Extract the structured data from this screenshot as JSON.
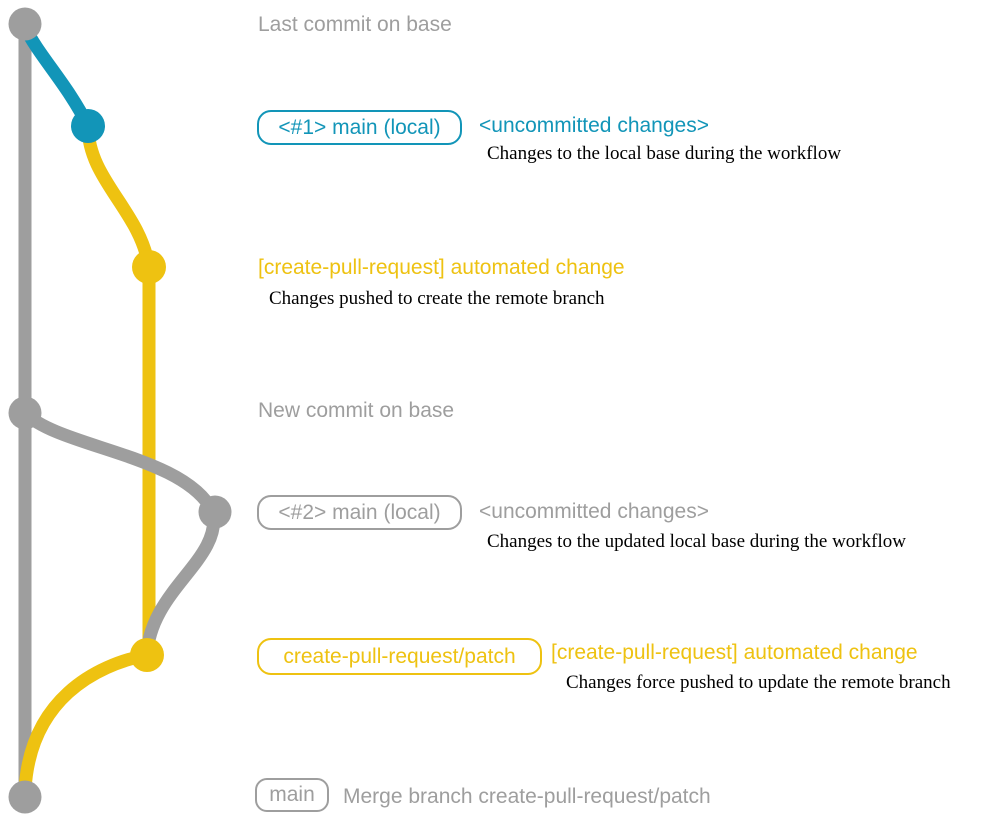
{
  "colors": {
    "blue": "#1295B8",
    "yellow": "#EEC211",
    "gray": "#9E9E9E",
    "black": "#000000",
    "background": "#FFFFFF"
  },
  "texts": {
    "last_commit": "Last commit on base",
    "label_main_1": "<#1> main (local)",
    "uncommitted_1": "<uncommitted changes>",
    "desc_uncommitted_1": "Changes to the local base during the workflow",
    "automated_change_1": "[create-pull-request] automated change",
    "desc_automated_1": "Changes pushed to create the remote branch",
    "new_commit": "New commit on base",
    "label_main_2": "<#2> main (local)",
    "uncommitted_2": "<uncommitted changes>",
    "desc_uncommitted_2": "Changes to the updated local base during the workflow",
    "label_patch_branch": "create-pull-request/patch",
    "automated_change_2": "[create-pull-request] automated change",
    "desc_automated_2": "Changes force pushed to update the remote branch",
    "label_main_merge": "main",
    "merge_commit": "Merge branch create-pull-request/patch"
  },
  "graph": {
    "type": "git-branch-diagram",
    "commits": [
      {
        "id": "base-tip",
        "branch": "base",
        "color": "gray",
        "caption": "Last commit on base"
      },
      {
        "id": "local-main-1",
        "branch": "main (local)",
        "color": "blue",
        "caption": "<#1> main (local) <uncommitted changes>"
      },
      {
        "id": "patch-1",
        "branch": "create-pull-request/patch",
        "color": "yellow",
        "caption": "[create-pull-request] automated change"
      },
      {
        "id": "base-new",
        "branch": "base",
        "color": "gray",
        "caption": "New commit on base"
      },
      {
        "id": "local-main-2",
        "branch": "main (local)",
        "color": "gray",
        "caption": "<#2> main (local) <uncommitted changes>"
      },
      {
        "id": "patch-2",
        "branch": "create-pull-request/patch",
        "color": "yellow",
        "caption": "create-pull-request/patch — [create-pull-request] automated change"
      },
      {
        "id": "merge",
        "branch": "main",
        "color": "gray",
        "caption": "Merge branch create-pull-request/patch"
      }
    ]
  }
}
